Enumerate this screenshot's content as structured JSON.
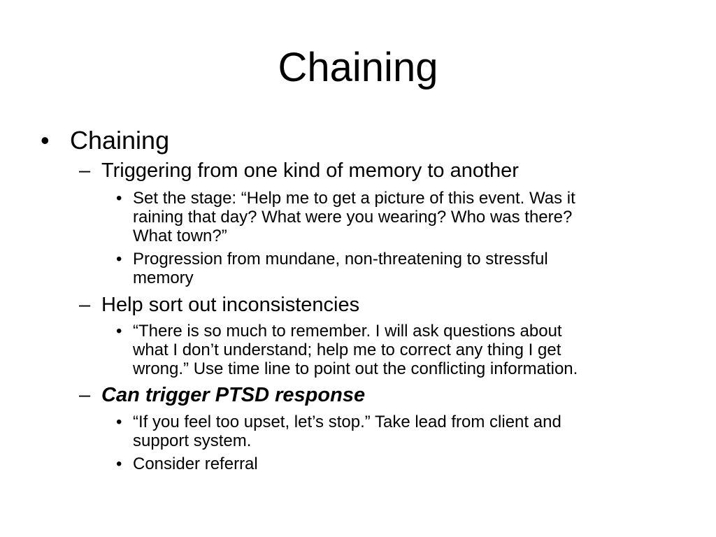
{
  "slide": {
    "title": "Chaining",
    "l1_item": "Chaining",
    "l2_a": "Triggering from one kind of memory to another",
    "l3_a1_line1": "Set the stage: “Help me to get a picture of this event.  Was it",
    "l3_a1_line2": "raining that day? What were you wearing?  Who was there?",
    "l3_a1_line3": "What town?”",
    "l3_a2_line1": "Progression from mundane, non-threatening to stressful",
    "l3_a2_line2": "memory",
    "l2_b": "Help sort out inconsistencies",
    "l3_b1_line1": "“There is so much to remember. I will ask questions about",
    "l3_b1_line2": "what I don’t understand; help me to correct any thing I get",
    "l3_b1_line3": "wrong.” Use time line to point out the conflicting information.",
    "l2_c": "Can trigger PTSD response",
    "l3_c1_line1": "“If you feel too upset, let’s stop.” Take lead from client and",
    "l3_c1_line2": "support system.",
    "l3_c2": "Consider referral",
    "bullet_l1": "•",
    "bullet_l2": "–",
    "bullet_l3": "•"
  }
}
